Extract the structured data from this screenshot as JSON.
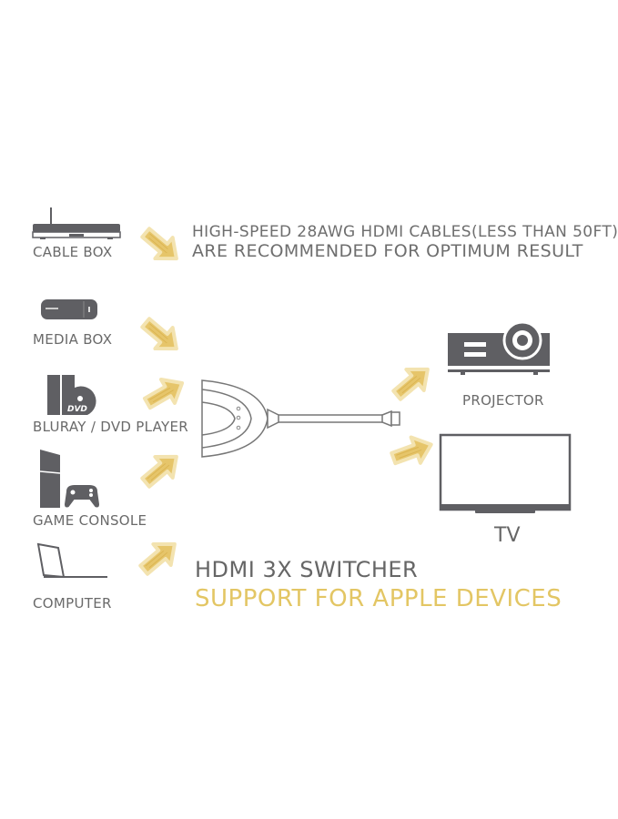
{
  "note": {
    "line1": "HIGH-SPEED 28AWG HDMI CABLES(LESS THAN 50FT)",
    "line2": "ARE RECOMMENDED FOR OPTIMUM RESULT"
  },
  "inputs": [
    {
      "label": "CABLE BOX",
      "icon": "cable-box-icon",
      "device_text": "Cable Box"
    },
    {
      "label": "MEDIA BOX",
      "icon": "media-box-icon",
      "device_text": "Media Box"
    },
    {
      "label": "BLURAY / DVD PLAYER",
      "icon": "dvd-player-icon",
      "device_text": "DVD"
    },
    {
      "label": "GAME CONSOLE",
      "icon": "game-console-icon"
    },
    {
      "label": "COMPUTER",
      "icon": "laptop-icon"
    }
  ],
  "outputs": [
    {
      "label": "PROJECTOR",
      "icon": "projector-icon"
    },
    {
      "label": "TV",
      "icon": "tv-icon"
    }
  ],
  "product": {
    "title": "HDMI 3X SWITCHER",
    "subtitle": "SUPPORT FOR APPLE DEVICES"
  },
  "colors": {
    "text_gray": "#6a6a6a",
    "icon_gray": "#5f5f63",
    "accent_gold": "#e3c664",
    "arrow_fill": "#e6c56a",
    "arrow_outline": "#f3e3b0"
  }
}
